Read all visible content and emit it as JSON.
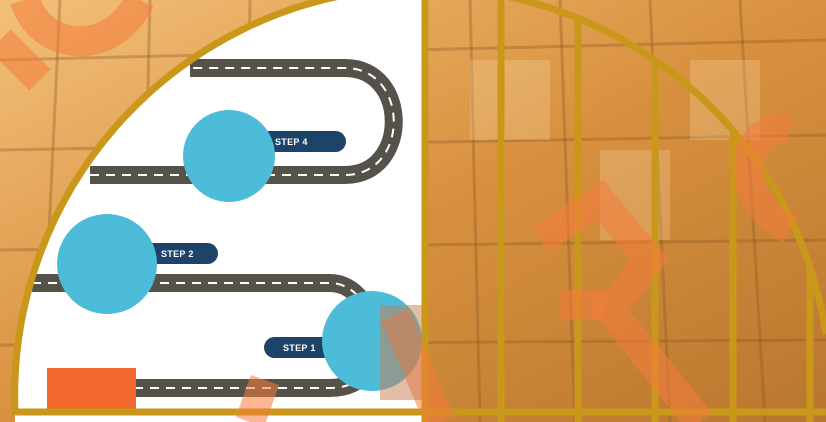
{
  "steps": {
    "step1": "STEP 1",
    "step2": "STEP 2",
    "step4": "STEP 4"
  },
  "colors": {
    "arch": "#c9981a",
    "road": "#55524a",
    "road_dash": "#ffffff",
    "step_circle": "#4dbcd8",
    "step_label_bg": "#1d4468",
    "start_block": "#f26a2e",
    "watermark": "#f47c3c",
    "building_bg": "#e8a550"
  },
  "icons": {
    "arch": "arch-frame",
    "road": "winding-road",
    "start": "start-block"
  }
}
